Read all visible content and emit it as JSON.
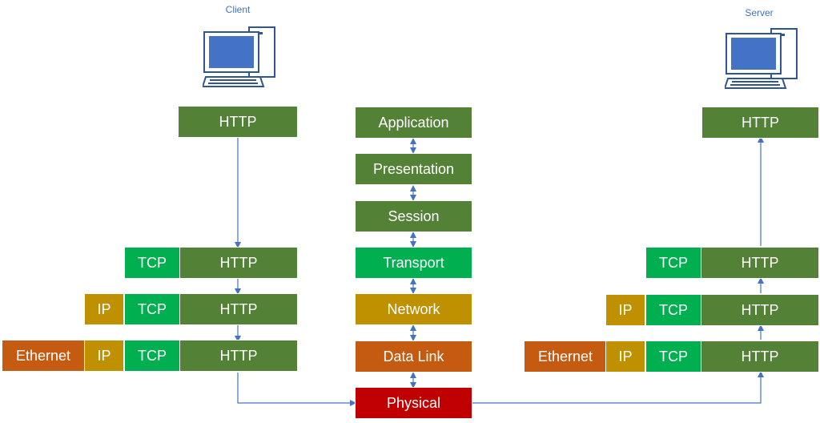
{
  "client": {
    "label": "Client"
  },
  "server": {
    "label": "Server"
  },
  "osi": {
    "layers": [
      "Application",
      "Presentation",
      "Session",
      "Transport",
      "Network",
      "Data Link",
      "Physical"
    ]
  },
  "stack": {
    "http": "HTTP",
    "tcp": "TCP",
    "ip": "IP",
    "ethernet": "Ethernet"
  },
  "colors": {
    "http": "#538135",
    "tcp": "#00b050",
    "ip": "#bf9000",
    "ethernet": "#c55a11",
    "physical": "#c00000",
    "arrow": "#4472c4"
  }
}
